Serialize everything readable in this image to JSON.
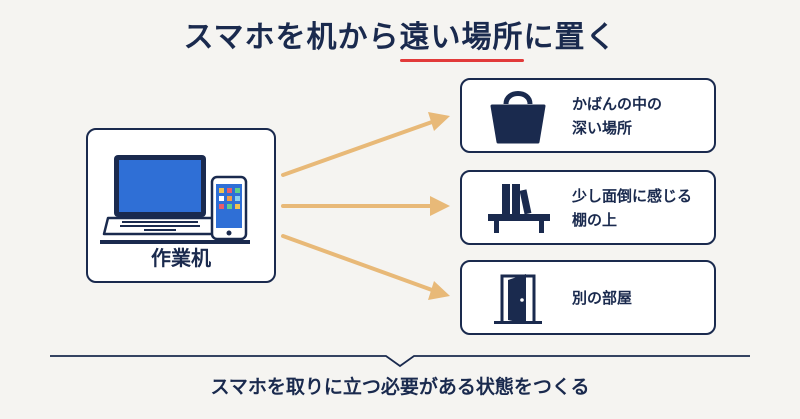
{
  "title": {
    "before": "スマホを机から",
    "highlight": "遠い場所",
    "after": "に置く"
  },
  "work_area": {
    "label": "作業机"
  },
  "destinations": [
    {
      "label": "かばんの中の\n深い場所",
      "icon": "bag-icon"
    },
    {
      "label": "少し面倒に感じる\n棚の上",
      "icon": "shelf-icon"
    },
    {
      "label": "別の部屋",
      "icon": "door-icon"
    }
  ],
  "summary": "スマホを取りに立つ必要がある状態をつくる",
  "colors": {
    "navy": "#1a2a4e",
    "arrow": "#e8b978",
    "highlight_underline": "#e23a3a",
    "screen_blue": "#2f6fd6"
  }
}
